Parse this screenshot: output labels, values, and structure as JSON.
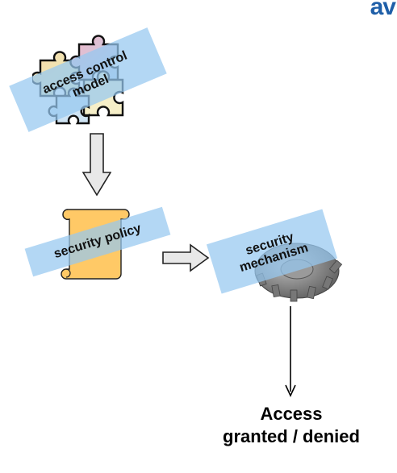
{
  "logo": {
    "text": "av"
  },
  "nodes": {
    "model": {
      "line1": "access control",
      "line2": "model",
      "icon": "puzzle-icon"
    },
    "policy": {
      "label": "security policy",
      "icon": "scroll-icon"
    },
    "mechanism": {
      "line1": "security",
      "line2": "mechanism",
      "icon": "gear-icon"
    }
  },
  "outcome": {
    "line1": "Access",
    "line2": "granted / denied"
  },
  "colors": {
    "band": "#96c8f0",
    "scroll_fill": "#ffc966",
    "gear": "#8a8a8a",
    "arrow_fill": "#e8e8e8",
    "logo": "#1f5fa8"
  }
}
